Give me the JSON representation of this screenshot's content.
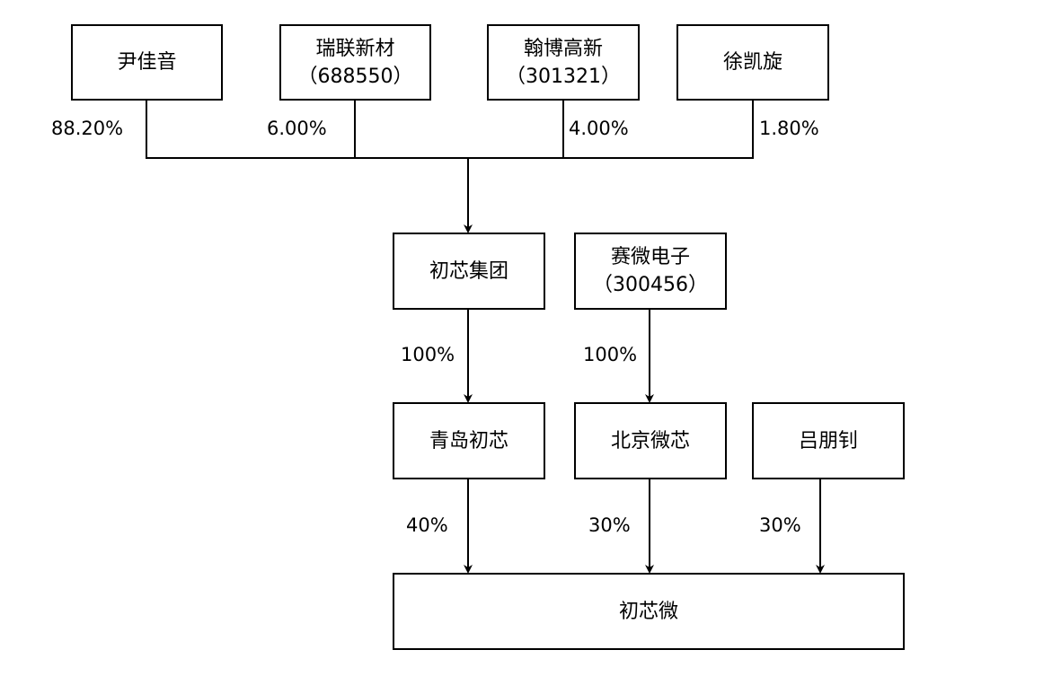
{
  "shareholders": {
    "yin_jiayin": {
      "name": "尹佳音",
      "share": "88.20%"
    },
    "ruilian": {
      "name": "瑞联新材",
      "code": "（688550）",
      "share": "6.00%"
    },
    "hanbo": {
      "name": "翰博高新",
      "code": "（301321）",
      "share": "4.00%"
    },
    "xu_kaixuan": {
      "name": "徐凯旋",
      "share": "1.80%"
    }
  },
  "chuxin_group": {
    "name": "初芯集团"
  },
  "saiwei": {
    "name": "赛微电子",
    "code": "（300456）"
  },
  "qingdao_chuxin": {
    "name": "青岛初芯",
    "parent_share": "100%",
    "share": "40%"
  },
  "beijing_weixin": {
    "name": "北京微芯",
    "parent_share": "100%",
    "share": "30%"
  },
  "lv_pengzhao": {
    "name": "吕朋钊",
    "share": "30%"
  },
  "target": {
    "name": "初芯微"
  }
}
